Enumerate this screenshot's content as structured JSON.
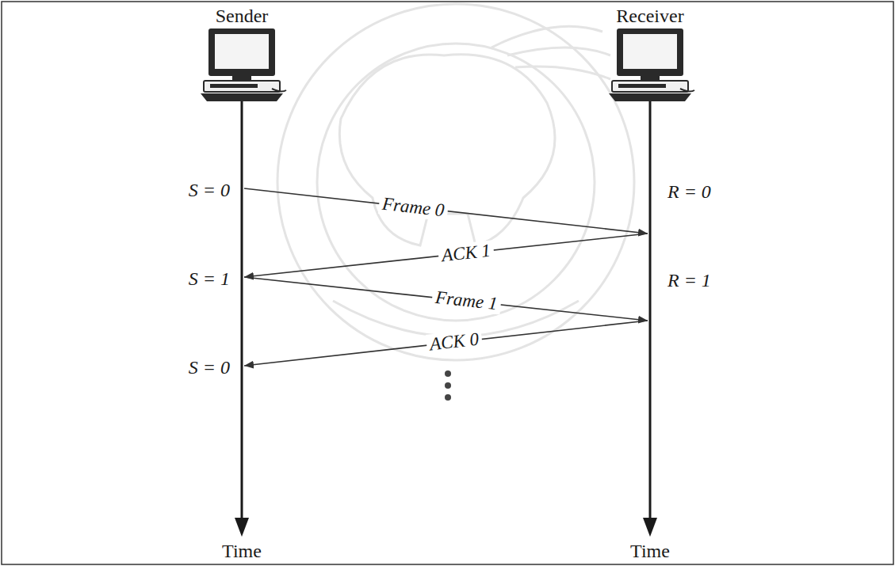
{
  "diagram": {
    "nodes": [
      {
        "text": [
          "Sender"
        ]
      },
      {
        "text": [
          "Receiver"
        ]
      }
    ],
    "edges": [
      {
        "from": 0,
        "to": 1,
        "arrow": "to",
        "label": "Frame 0"
      },
      {
        "from": 1,
        "to": 0,
        "arrow": "to",
        "label": "ACK 1"
      },
      {
        "from": 0,
        "to": 1,
        "arrow": "to",
        "label": "Frame 1"
      },
      {
        "from": 1,
        "to": 0,
        "arrow": "to",
        "label": "ACK 0"
      }
    ],
    "labels": [
      "S = 0",
      "R = 0",
      "S = 1",
      "R = 1",
      "S = 0",
      "Time",
      "Time"
    ]
  }
}
